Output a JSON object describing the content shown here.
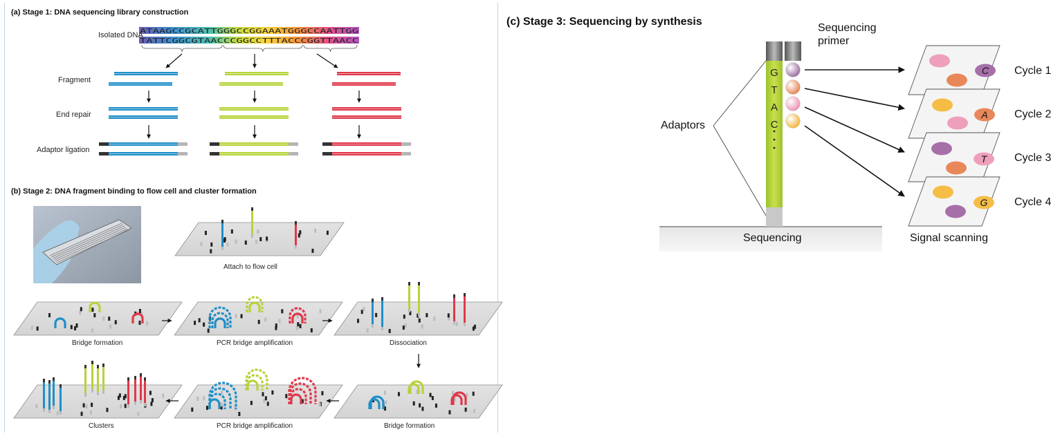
{
  "stage1": {
    "title": "(a) Stage 1: DNA sequencing library construction",
    "isolated_label": "Isolated DNA",
    "strand_top": "ATAAGCCGCATTGGGCCGGAAATGGGCCAATTGG",
    "strand_bottom": "TATTCGGCGTAACCCGGCCTTTACCCGGTTAACC",
    "rows": [
      "Fragment",
      "End repair",
      "Adaptor ligation"
    ]
  },
  "stage2": {
    "title": "(b) Stage 2: DNA fragment binding to flow cell and cluster formation",
    "captions": {
      "attach": "Attach to flow cell",
      "bridge1": "Bridge formation",
      "pcr1": "PCR bridge amplification",
      "dissociation": "Dissociation",
      "clusters": "Clusters",
      "pcr2": "PCR bridge amplification",
      "bridge2": "Bridge formation"
    }
  },
  "stage3": {
    "title": "(c) Stage 3: Sequencing by synthesis",
    "primer_label_1": "Sequencing",
    "primer_label_2": "primer",
    "adaptors_label": "Adaptors",
    "bases": [
      "G",
      "T",
      "A",
      "C"
    ],
    "sequencing_label": "Sequencing",
    "scanning_label": "Signal scanning",
    "cycles": [
      {
        "label": "Cycle 1",
        "base": "C"
      },
      {
        "label": "Cycle 2",
        "base": "A"
      },
      {
        "label": "Cycle 3",
        "base": "T"
      },
      {
        "label": "Cycle 4",
        "base": "G"
      }
    ]
  },
  "colors": {
    "blue": "#1f8fc8",
    "green": "#b6d33a",
    "red": "#e0374a",
    "purple": "#a66fa8",
    "orange": "#e8875a",
    "pink": "#ee9fbb",
    "yellow": "#f5bd45",
    "frame": "#bcd7e6"
  }
}
